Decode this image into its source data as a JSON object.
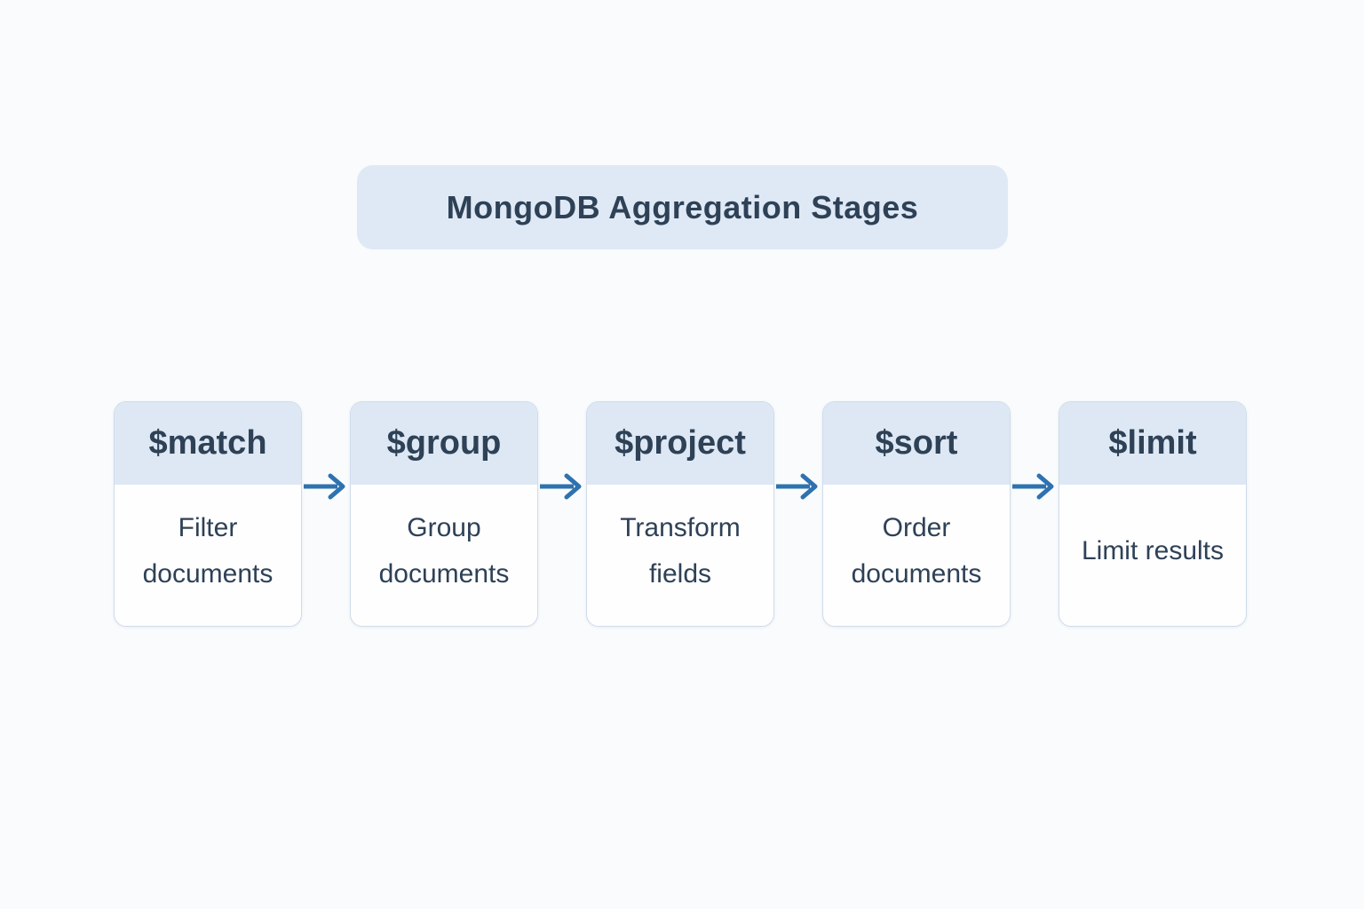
{
  "title": "MongoDB Aggregation Stages",
  "stages": [
    {
      "name": "$match",
      "description": "Filter documents"
    },
    {
      "name": "$group",
      "description": "Group documents"
    },
    {
      "name": "$project",
      "description": "Transform fields"
    },
    {
      "name": "$sort",
      "description": "Order documents"
    },
    {
      "name": "$limit",
      "description": "Limit results"
    }
  ],
  "icons": {
    "connector": "right-arrow-icon"
  },
  "colors": {
    "background": "#fafbfc",
    "title_bg": "#dfe9f6",
    "card_header_bg": "#dde8f4",
    "card_body_bg": "#fefeff",
    "card_border": "#cfdcec",
    "text": "#2e4156",
    "arrow": "#2e72b0"
  }
}
